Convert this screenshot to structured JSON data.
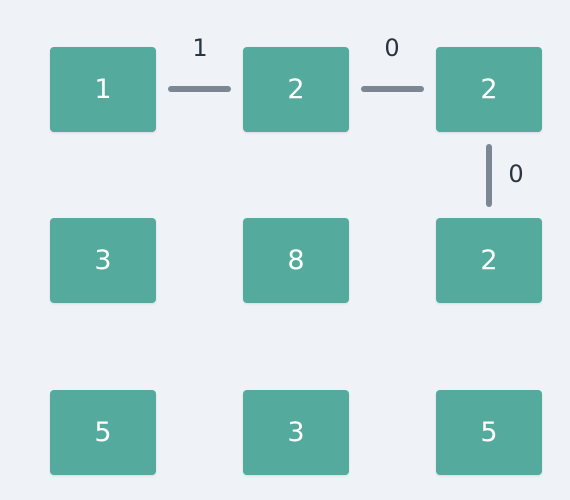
{
  "colors": {
    "background": "#eff3f7",
    "tile": "#54ab9d",
    "tile_text": "#ffffff",
    "edge": "#7c8793",
    "label": "#2b3440"
  },
  "grid": {
    "rows": [
      [
        "1",
        "2",
        "2"
      ],
      [
        "3",
        "8",
        "2"
      ],
      [
        "5",
        "3",
        "5"
      ]
    ]
  },
  "edges": [
    {
      "from": "r1c1",
      "to": "r1c2",
      "label": "1"
    },
    {
      "from": "r1c2",
      "to": "r1c3",
      "label": "0"
    },
    {
      "from": "r1c3",
      "to": "r2c3",
      "label": "0"
    }
  ]
}
